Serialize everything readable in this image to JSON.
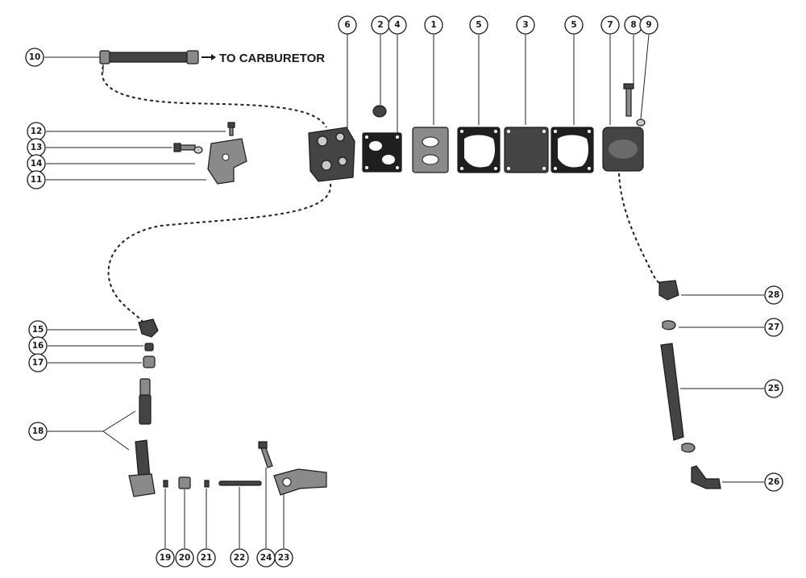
{
  "diagram": {
    "annotation": "TO CARBURETOR",
    "callouts": [
      "1",
      "2",
      "3",
      "4",
      "5",
      "5",
      "6",
      "7",
      "8",
      "9",
      "10",
      "11",
      "12",
      "13",
      "14",
      "15",
      "16",
      "17",
      "18",
      "19",
      "20",
      "21",
      "22",
      "23",
      "24",
      "25",
      "26",
      "27",
      "28"
    ]
  }
}
